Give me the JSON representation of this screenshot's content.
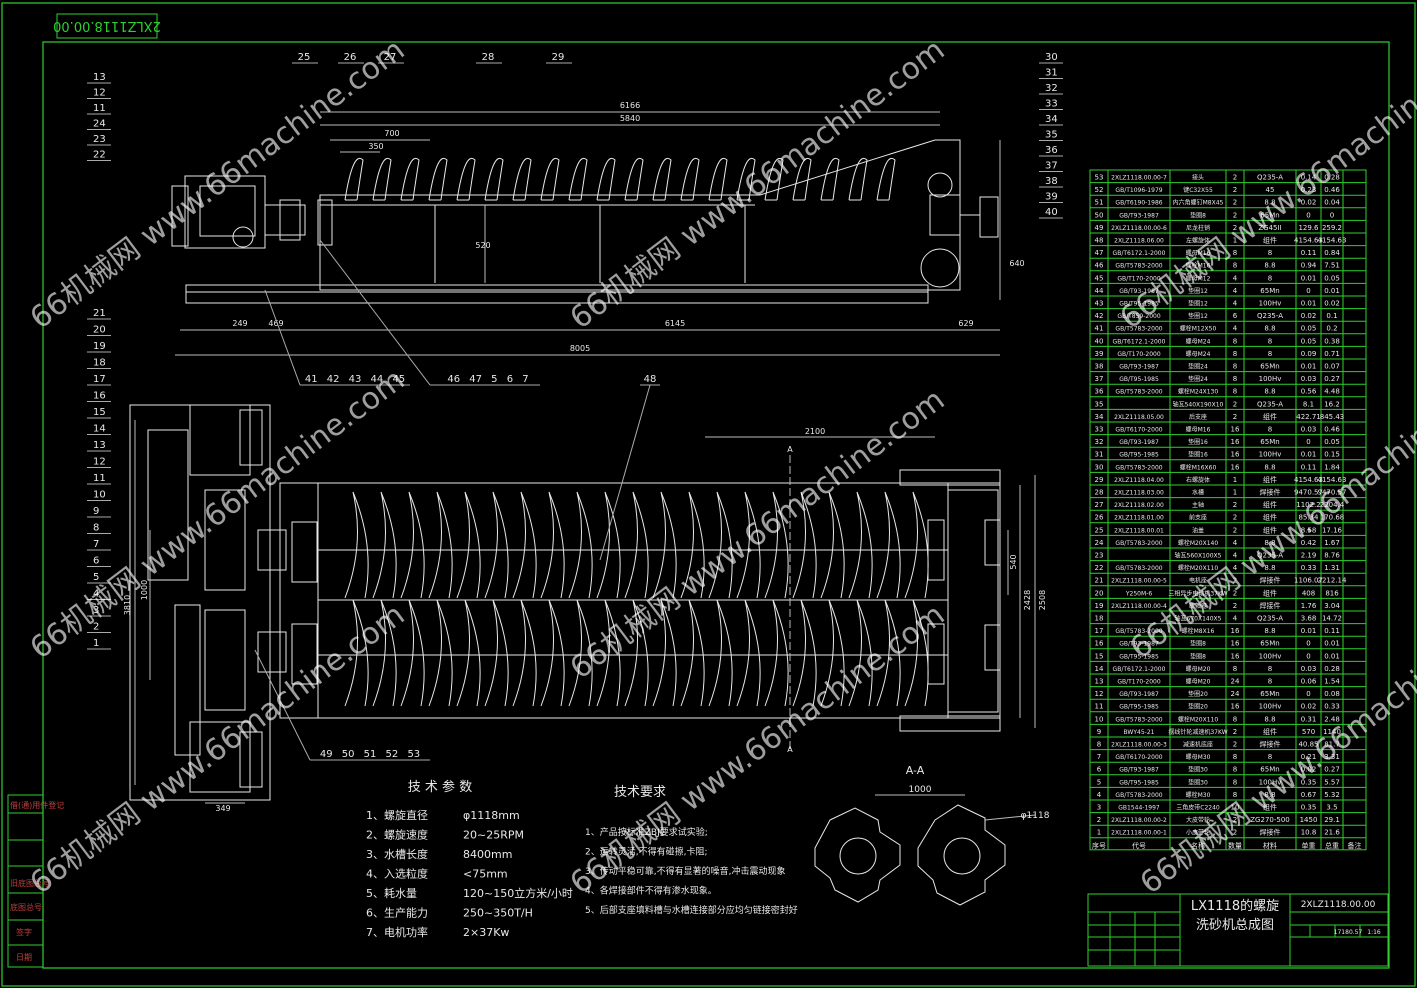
{
  "drawing_no_rotated": "2XLZ1118.00.00",
  "watermark": "66机械网 www.66machine.com",
  "top_view_dims": {
    "overall": "6166",
    "span": "5840",
    "pitch2": "700",
    "pitch1": "350",
    "height": "520",
    "end_height": "640",
    "d_left": "249",
    "d_mid": "469",
    "d_main": "6145",
    "d_right": "629",
    "total": "8005"
  },
  "plan_view_dims": {
    "length": "2100",
    "width_outer": "2508",
    "width_inner": "2428",
    "pitch_w": "540",
    "left_w": "3810",
    "left_w2": "1000",
    "bottom": "349"
  },
  "section_label": "A",
  "section_title": "A-A",
  "section_dims": {
    "width": "1000",
    "dia": "φ1118"
  },
  "callouts_top": [
    "25",
    "26",
    "27",
    "28",
    "29"
  ],
  "callouts_right": [
    "30",
    "31",
    "32",
    "33",
    "34",
    "35",
    "36",
    "37",
    "38",
    "39",
    "40"
  ],
  "callouts_left_top": [
    "13",
    "12",
    "11",
    "24",
    "23",
    "22"
  ],
  "callouts_left_bottom": [
    "21",
    "20",
    "19",
    "18",
    "17",
    "16",
    "15",
    "14",
    "13",
    "12",
    "11",
    "10",
    "9",
    "8",
    "7",
    "6",
    "5",
    "4",
    "3",
    "2",
    "1"
  ],
  "callouts_bottom1": "41 42 43 44 45",
  "callouts_bottom2": "46 47 5 6 7",
  "callout_48": "48",
  "callouts_bottom3": "49 50 51 52 53",
  "tech_params_title": "技 术 参 数",
  "tech_params": [
    {
      "k": "1、螺旋直径",
      "v": "φ1118mm"
    },
    {
      "k": "2、螺旋速度",
      "v": "20~25RPM"
    },
    {
      "k": "3、水槽长度",
      "v": "8400mm"
    },
    {
      "k": "4、入选粒度",
      "v": "<75mm"
    },
    {
      "k": "5、耗水量",
      "v": "120~150立方米/小时"
    },
    {
      "k": "6、生产能力",
      "v": "250~350T/H"
    },
    {
      "k": "7、电机功率",
      "v": "2×37Kw"
    }
  ],
  "tech_req_title": "技术要求",
  "tech_req": [
    "1、产品按标准ZBJ要求试实验;",
    "2、运转灵活,不得有碰擦,卡阻;",
    "3、传动平稳可靠,不得有显著的噪音,冲击震动现象",
    "4、各焊接部件不得有渗水现象。",
    "5、后部支座填料槽与水槽连接部分应均匀链接密封好"
  ],
  "bom": [
    [
      "53",
      "2XLZ1118.00.00-7",
      "接头",
      "2",
      "Q235-A",
      "0.14",
      "0.28"
    ],
    [
      "52",
      "GB/T1096-1979",
      "键C32X55",
      "2",
      "45",
      "0.23",
      "0.46"
    ],
    [
      "51",
      "GB/T6190-1986",
      "内六角螺钉M8X45",
      "2",
      "8.8",
      "0.02",
      "0.04"
    ],
    [
      "50",
      "GB/T93-1987",
      "垫圈8",
      "2",
      "65Mn",
      "0",
      "0"
    ],
    [
      "49",
      "2XLZ1118.00.00-6",
      "尼龙柱销",
      "2",
      "ZG45II",
      "129.6",
      "259.2"
    ],
    [
      "48",
      "2XLZ1118.06.00",
      "左螺旋体",
      "1",
      "组件",
      "4154.63",
      "4154.63"
    ],
    [
      "47",
      "GB/T6172.1-2000",
      "螺母M16",
      "8",
      "8",
      "0.11",
      "0.84"
    ],
    [
      "46",
      "GB/T5783-2000",
      "螺栓M16",
      "8",
      "8.8",
      "0.94",
      "7.51"
    ],
    [
      "45",
      "GB/T170-2000",
      "螺母M12",
      "4",
      "8",
      "0.01",
      "0.05"
    ],
    [
      "44",
      "GB/T93-1987",
      "垫圈12",
      "4",
      "65Mn",
      "0",
      "0.01"
    ],
    [
      "43",
      "GB/T95-1985",
      "垫圈12",
      "4",
      "100Hv",
      "0.01",
      "0.02"
    ],
    [
      "42",
      "GB/T859-2000",
      "垫圈12",
      "6",
      "Q235-A",
      "0.02",
      "0.1"
    ],
    [
      "41",
      "GB/T5783-2000",
      "螺栓M12X50",
      "4",
      "8.8",
      "0.05",
      "0.2"
    ],
    [
      "40",
      "GB/T6172.1-2000",
      "螺母M24",
      "8",
      "8",
      "0.05",
      "0.38"
    ],
    [
      "39",
      "GB/T170-2000",
      "螺母M24",
      "8",
      "8",
      "0.09",
      "0.71"
    ],
    [
      "38",
      "GB/T93-1987",
      "垫圈24",
      "8",
      "65Mn",
      "0.01",
      "0.07"
    ],
    [
      "37",
      "GB/T95-1985",
      "垫圈24",
      "8",
      "100Hv",
      "0.03",
      "0.27"
    ],
    [
      "36",
      "GB/T5783-2000",
      "螺栓M24X130",
      "8",
      "8.8",
      "0.56",
      "4.48"
    ],
    [
      "35",
      "",
      "轴瓦540X190X10",
      "2",
      "Q235-A",
      "8.1",
      "16.2"
    ],
    [
      "34",
      "2XLZ1118.05.00",
      "后支座",
      "2",
      "组件",
      "422.71",
      "845.43"
    ],
    [
      "33",
      "GB/T6170-2000",
      "螺母M16",
      "16",
      "8",
      "0.03",
      "0.46"
    ],
    [
      "32",
      "GB/T93-1987",
      "垫圈16",
      "16",
      "65Mn",
      "0",
      "0.05"
    ],
    [
      "31",
      "GB/T95-1985",
      "垫圈16",
      "16",
      "100Hv",
      "0.01",
      "0.15"
    ],
    [
      "30",
      "GB/T5783-2000",
      "螺栓M16X60",
      "16",
      "8.8",
      "0.11",
      "1.84"
    ],
    [
      "29",
      "2XLZ1118.04.00",
      "右螺旋体",
      "1",
      "组件",
      "4154.63",
      "4154.63"
    ],
    [
      "28",
      "2XLZ1118.03.00",
      "水槽",
      "1",
      "焊接件",
      "9470.57",
      "9470.57"
    ],
    [
      "27",
      "2XLZ1118.02.00",
      "主轴",
      "2",
      "组件",
      "1102.2",
      "2204.4"
    ],
    [
      "26",
      "2XLZ1118.01.00",
      "前支座",
      "2",
      "组件",
      "85.34",
      "170.68"
    ],
    [
      "25",
      "2XLZ1118.00.01",
      "油盖",
      "2",
      "组件",
      "8.58",
      "17.16"
    ],
    [
      "24",
      "GB/T5783-2000",
      "螺栓M20X140",
      "4",
      "8.8",
      "0.42",
      "1.67"
    ],
    [
      "23",
      "",
      "轴瓦560X100X5",
      "4",
      "Q235-A",
      "2.19",
      "8.76"
    ],
    [
      "22",
      "GB/T5783-2000",
      "螺栓M20X110",
      "4",
      "8.8",
      "0.33",
      "1.31"
    ],
    [
      "21",
      "2XLZ1118.00.00-5",
      "电机座",
      "2",
      "焊接件",
      "1106.07",
      "2212.14"
    ],
    [
      "20",
      "Y250M-6",
      "三相异步电动机37KW",
      "2",
      "组件",
      "408",
      "816"
    ],
    [
      "19",
      "2XLZ1118.00.00-4",
      "联轴器",
      "2",
      "焊接件",
      "1.76",
      "3.04"
    ],
    [
      "18",
      "",
      "轴瓦670X140X5",
      "4",
      "Q235-A",
      "3.68",
      "14.72"
    ],
    [
      "17",
      "GB/T5783-2000",
      "螺栓M8X16",
      "16",
      "8.8",
      "0.01",
      "0.11"
    ],
    [
      "16",
      "GB/T93-1987",
      "垫圈8",
      "16",
      "65Mn",
      "0",
      "0.01"
    ],
    [
      "15",
      "GB/T95-1985",
      "垫圈8",
      "16",
      "100Hv",
      "0",
      "0.01"
    ],
    [
      "14",
      "GB/T6172.1-2000",
      "螺母M20",
      "8",
      "8",
      "0.03",
      "0.28"
    ],
    [
      "13",
      "GB/T170-2000",
      "螺母M20",
      "24",
      "8",
      "0.06",
      "1.54"
    ],
    [
      "12",
      "GB/T93-1987",
      "垫圈20",
      "24",
      "65Mn",
      "0",
      "0.08"
    ],
    [
      "11",
      "GB/T95-1985",
      "垫圈20",
      "16",
      "100Hv",
      "0.02",
      "0.33"
    ],
    [
      "10",
      "GB/T5783-2000",
      "螺栓M20X110",
      "8",
      "8.8",
      "0.31",
      "2.48"
    ],
    [
      "9",
      "BWY45-21",
      "摆线针轮减速机37KW",
      "2",
      "组件",
      "570",
      "1140"
    ],
    [
      "8",
      "2XLZ1118.00.00-3",
      "减速机底座",
      "2",
      "焊接件",
      "40.85",
      "81.7"
    ],
    [
      "7",
      "GB/T6170-2000",
      "螺母M30",
      "8",
      "8",
      "0.21",
      "3.31"
    ],
    [
      "6",
      "GB/T93-1987",
      "垫圈30",
      "8",
      "65Mn",
      "0.02",
      "0.27"
    ],
    [
      "5",
      "GB/T95-1985",
      "垫圈30",
      "8",
      "100Hv",
      "0.35",
      "5.57"
    ],
    [
      "4",
      "GB/T5783-2000",
      "螺栓M30",
      "8",
      "8.8",
      "0.67",
      "5.32"
    ],
    [
      "3",
      "GB1544-1997",
      "三角皮带C2240",
      "10",
      "组件",
      "0.35",
      "3.5"
    ],
    [
      "2",
      "2XLZ1118.00.00-2",
      "大皮带轮",
      "2",
      "ZG270-500",
      "1450",
      "29.1"
    ],
    [
      "1",
      "2XLZ1118.00.00-1",
      "小皮带轮",
      "2",
      "焊接件",
      "10.8",
      "21.6"
    ]
  ],
  "bom_header": [
    "序号",
    "代号",
    "名称",
    "数量",
    "材料",
    "单重",
    "总重",
    "备注"
  ],
  "title_block": {
    "title1": "LX1118的螺旋",
    "title2": "洗砂机总成图",
    "drawing_no": "2XLZ1118.00.00",
    "weight": "17180.57",
    "scale": "1:16"
  },
  "side_labels": [
    "借(通)用件登记",
    "旧底图总号",
    "底图总号",
    "签字",
    "日期"
  ]
}
